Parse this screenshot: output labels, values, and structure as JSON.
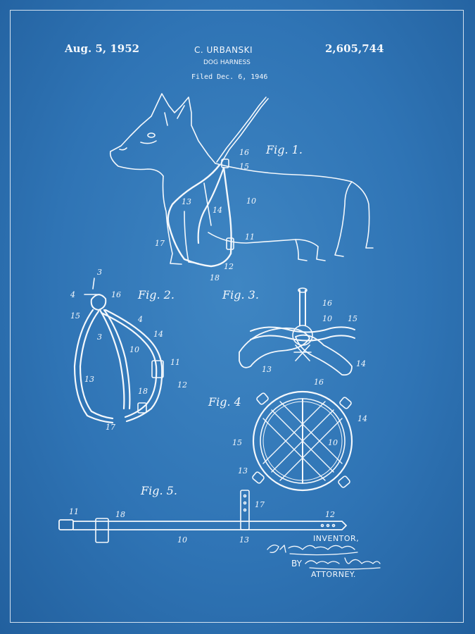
{
  "header": {
    "date": "Aug. 5, 1952",
    "inventor_name": "C. URBANSKI",
    "patent_number": "2,605,744",
    "title": "DOG HARNESS",
    "filed": "Filed Dec. 6, 1946"
  },
  "figures": {
    "fig1": {
      "label": "Fig. 1.",
      "numerals": [
        "16",
        "15",
        "10",
        "13",
        "14",
        "11",
        "17",
        "12",
        "18"
      ]
    },
    "fig2": {
      "label": "Fig. 2.",
      "numerals": [
        "3",
        "4",
        "16",
        "15",
        "4",
        "14",
        "3",
        "10",
        "11",
        "13",
        "12",
        "18",
        "17"
      ]
    },
    "fig3": {
      "label": "Fig. 3.",
      "numerals": [
        "16",
        "10",
        "15",
        "13",
        "14"
      ]
    },
    "fig4": {
      "label": "Fig. 4",
      "numerals": [
        "16",
        "14",
        "15",
        "10",
        "13"
      ]
    },
    "fig5": {
      "label": "Fig. 5.",
      "numerals": [
        "11",
        "18",
        "17",
        "12",
        "10",
        "13"
      ]
    }
  },
  "footer": {
    "inventor_label": "INVENTOR,",
    "inventor_signature": "Czeslaw Urbanski",
    "by_label": "BY",
    "attorney_signature": "Lowaine P. Geyer",
    "attorney_label": "ATTORNEY."
  },
  "colors": {
    "background": "#2f74b5",
    "ink": "#f4f8fc"
  }
}
